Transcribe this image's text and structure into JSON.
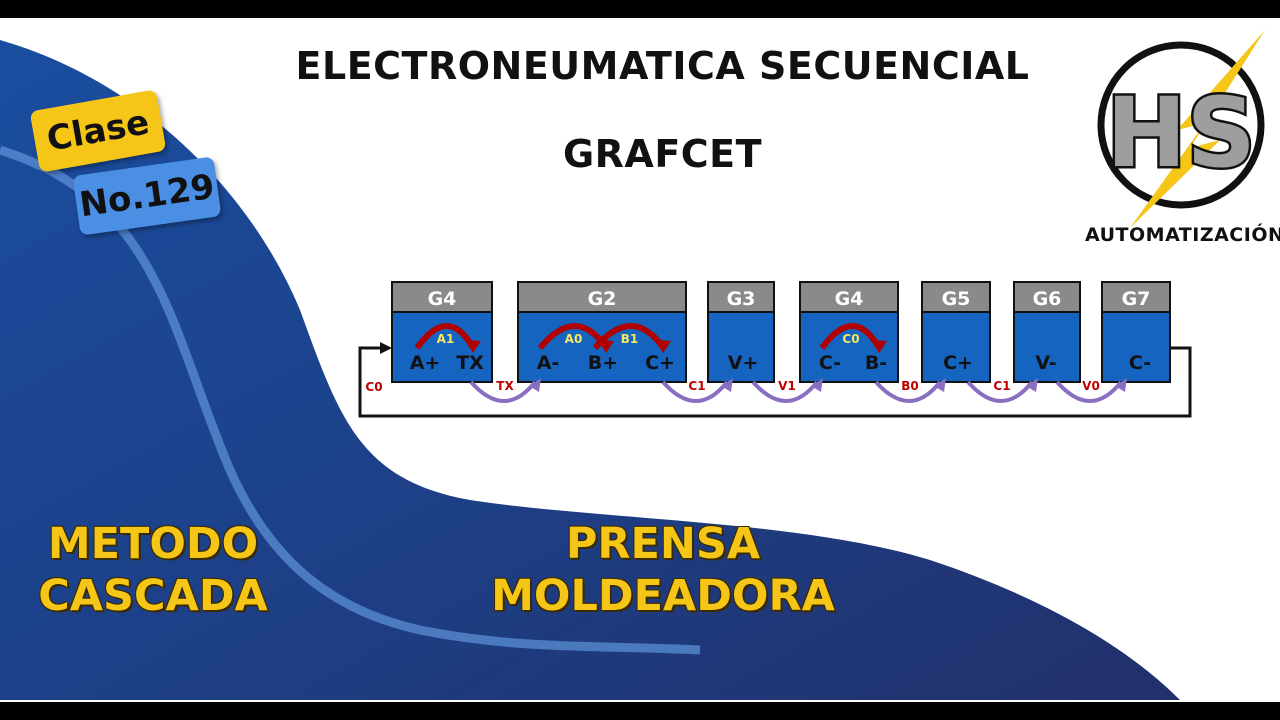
{
  "header": {
    "title": "ELECTRONEUMATICA SECUENCIAL",
    "subtitle": "GRAFCET"
  },
  "badge": {
    "clase": "Clase",
    "number": "No.129"
  },
  "logo": {
    "initials": "HS",
    "caption": "AUTOMATIZACIÓN"
  },
  "footer": {
    "left_line1": "METODO",
    "left_line2": "CASCADA",
    "right_line1": "PRENSA",
    "right_line2": "MOLDEADORA"
  },
  "diagram": {
    "groups": [
      {
        "label": "G4",
        "actions": [
          "A+",
          "TX"
        ],
        "signals": [
          "A1"
        ]
      },
      {
        "label": "G2",
        "actions": [
          "A-",
          "B+",
          "C+"
        ],
        "signals": [
          "A0",
          "B1"
        ]
      },
      {
        "label": "G3",
        "actions": [
          "V+"
        ],
        "signals": []
      },
      {
        "label": "G4",
        "actions": [
          "C-",
          "B-"
        ],
        "signals": [
          "C0"
        ]
      },
      {
        "label": "G5",
        "actions": [
          "C+"
        ],
        "signals": []
      },
      {
        "label": "G6",
        "actions": [
          "V-"
        ],
        "signals": []
      },
      {
        "label": "G7",
        "actions": [
          "C-"
        ],
        "signals": []
      }
    ],
    "transitions": [
      "TX",
      "C1",
      "V1",
      "B0",
      "C1",
      "V0"
    ],
    "return_condition": "C0"
  },
  "colors": {
    "navy": "#1d3f86",
    "box_blue": "#1565c0",
    "header_gray": "#8a8a8a",
    "yellow": "#f5c518",
    "arrow_red": "#b00000",
    "arrow_purple": "#8a6fc0",
    "condition_red": "#c00000"
  }
}
